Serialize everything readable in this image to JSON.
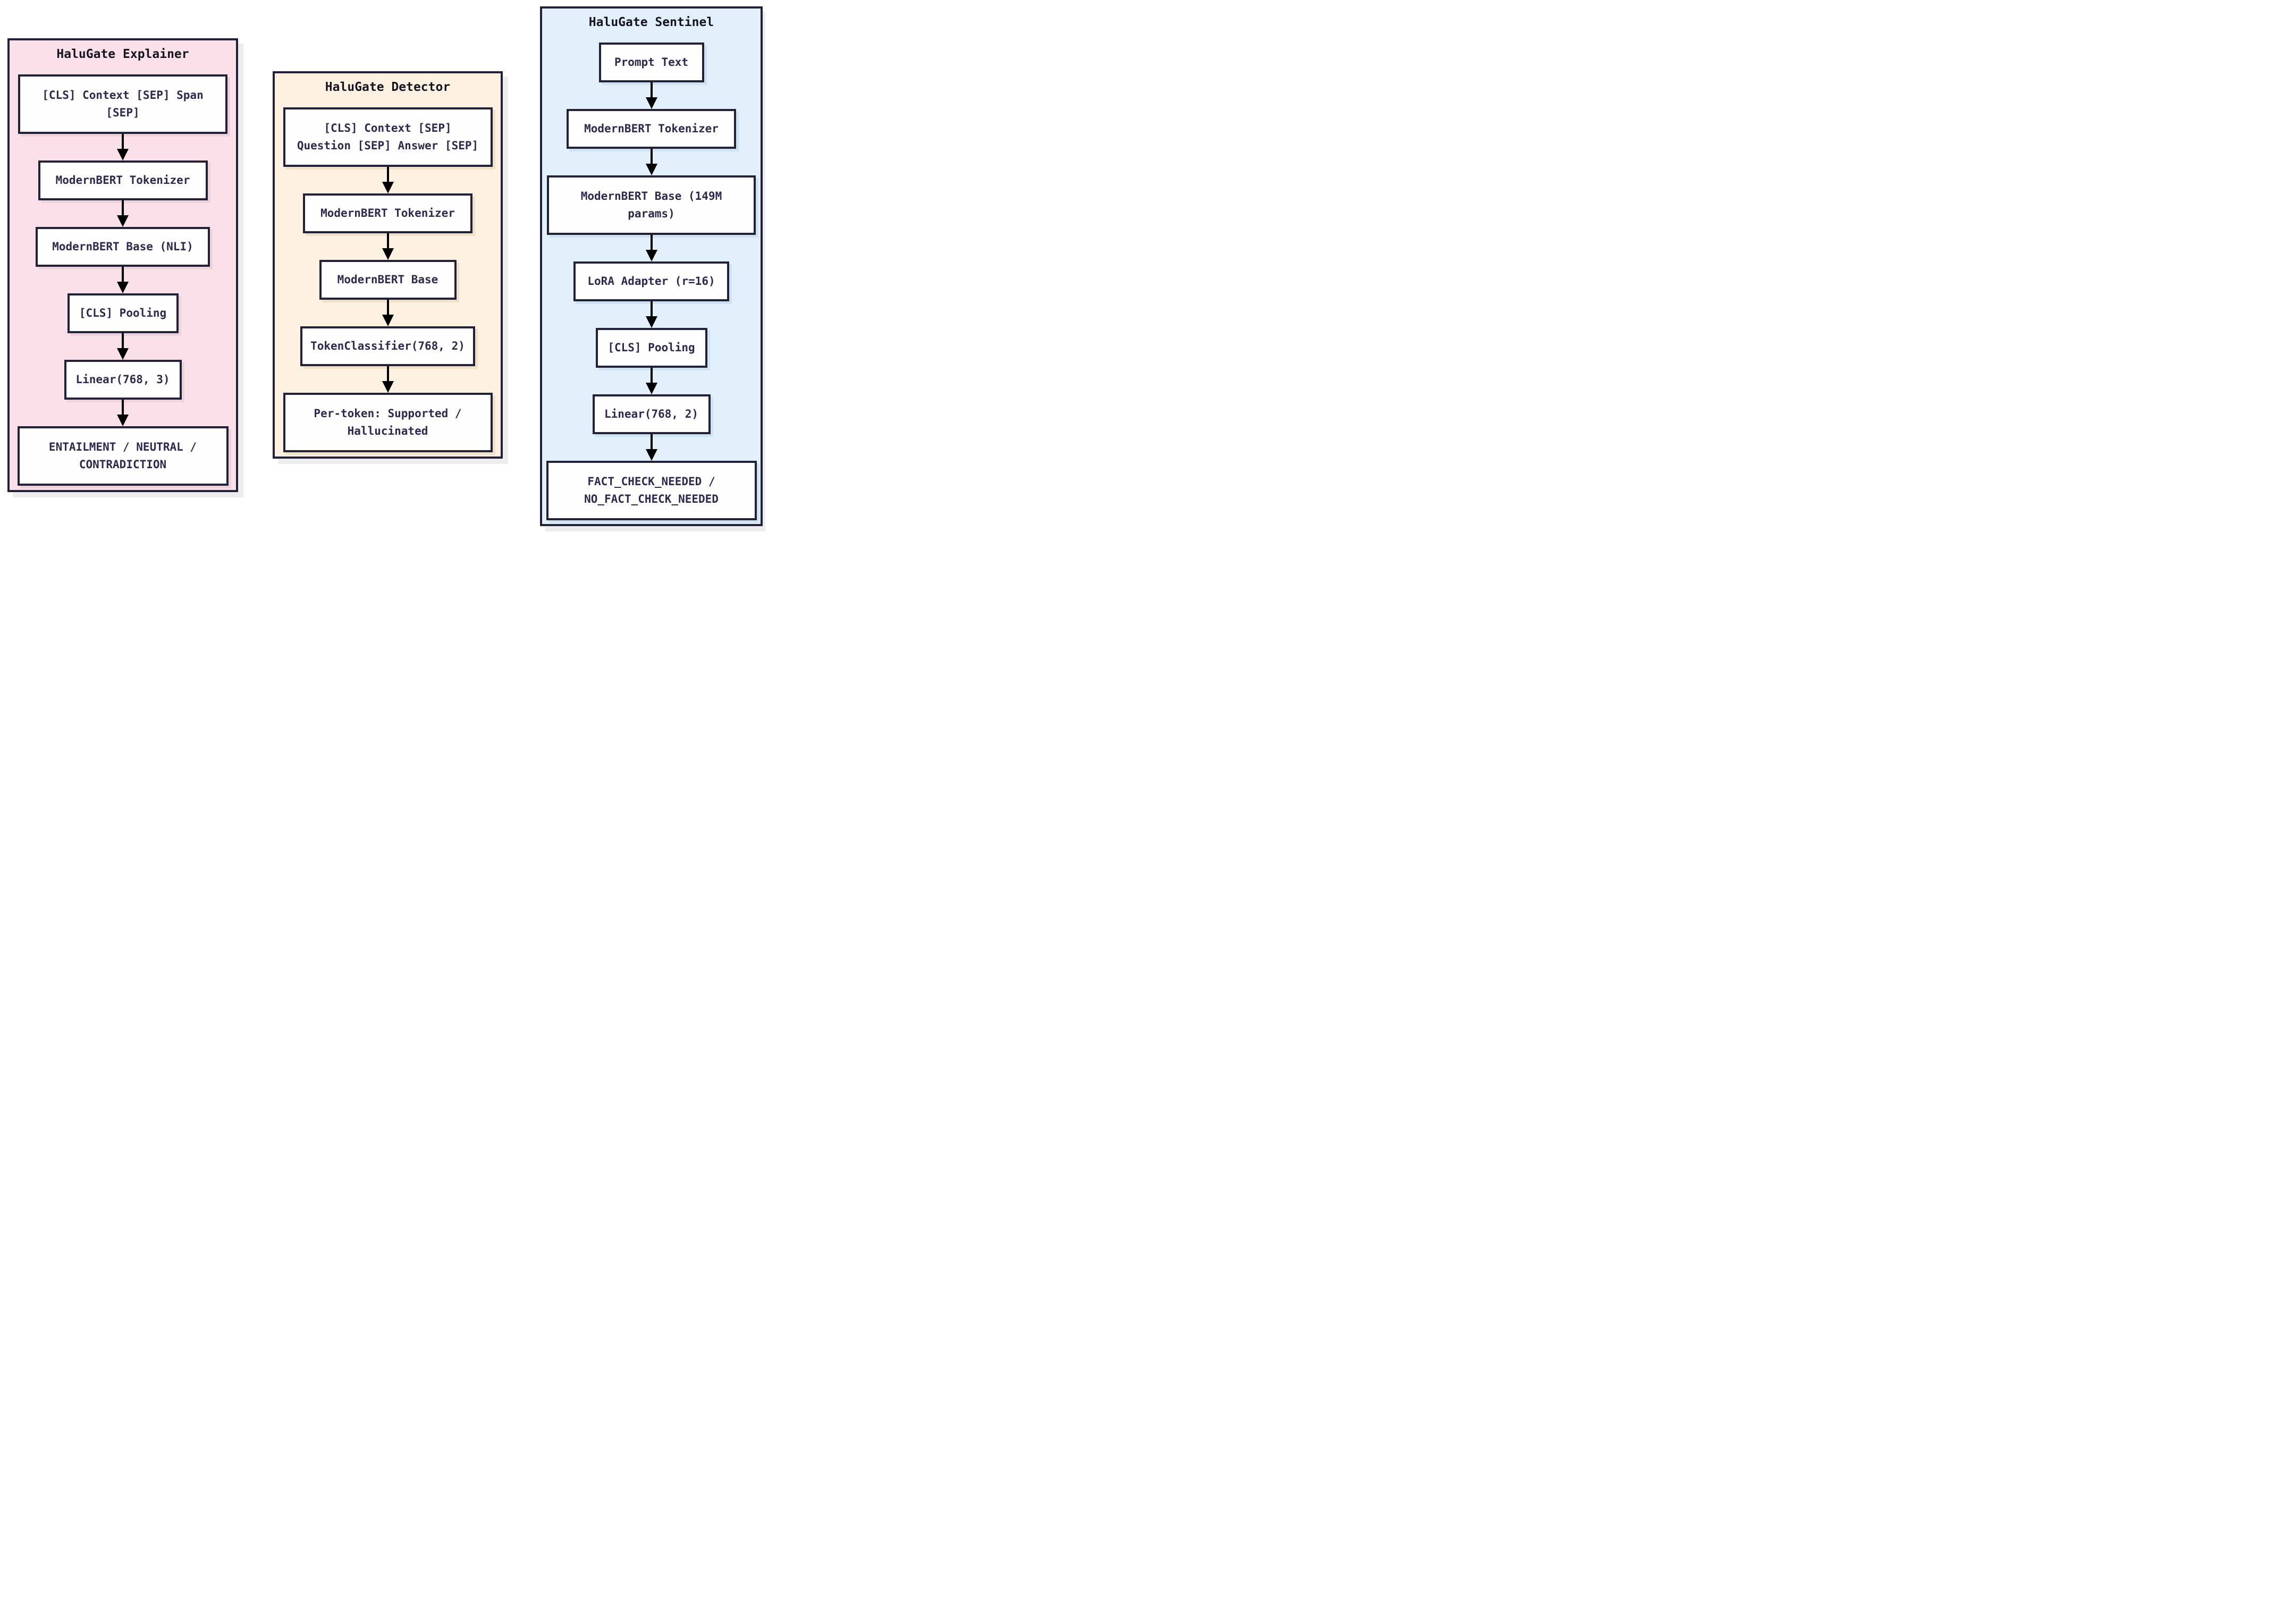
{
  "colors": {
    "page_background": "#ffffff",
    "panel_border": "#232138",
    "arrow": "#000000",
    "node_fill": "#fefeff",
    "node_text": "#2e2a4e",
    "title_text": "#16141f",
    "explainer_bg": "#fae0e9",
    "detector_bg": "#fdf2e1",
    "sentinel_bg": "#e2f0fb"
  },
  "panels": [
    {
      "title": "HaluGate Explainer",
      "nodes": [
        {
          "label": "[CLS] Context [SEP] Span [SEP]"
        },
        {
          "label": "ModernBERT Tokenizer"
        },
        {
          "label": "ModernBERT Base (NLI)"
        },
        {
          "label": "[CLS] Pooling"
        },
        {
          "label": "Linear(768, 3)"
        },
        {
          "label": "ENTAILMENT / NEUTRAL / CONTRADICTION"
        }
      ]
    },
    {
      "title": "HaluGate Detector",
      "nodes": [
        {
          "label": "[CLS] Context [SEP] Question [SEP] Answer [SEP]"
        },
        {
          "label": "ModernBERT Tokenizer"
        },
        {
          "label": "ModernBERT Base"
        },
        {
          "label": "TokenClassifier(768, 2)"
        },
        {
          "label": "Per-token: Supported / Hallucinated"
        }
      ]
    },
    {
      "title": "HaluGate Sentinel",
      "nodes": [
        {
          "label": "Prompt Text"
        },
        {
          "label": "ModernBERT Tokenizer"
        },
        {
          "label": "ModernBERT Base (149M params)"
        },
        {
          "label": "LoRA Adapter (r=16)"
        },
        {
          "label": "[CLS] Pooling"
        },
        {
          "label": "Linear(768, 2)"
        },
        {
          "label": "FACT_CHECK_NEEDED / NO_FACT_CHECK_NEEDED"
        }
      ]
    }
  ]
}
